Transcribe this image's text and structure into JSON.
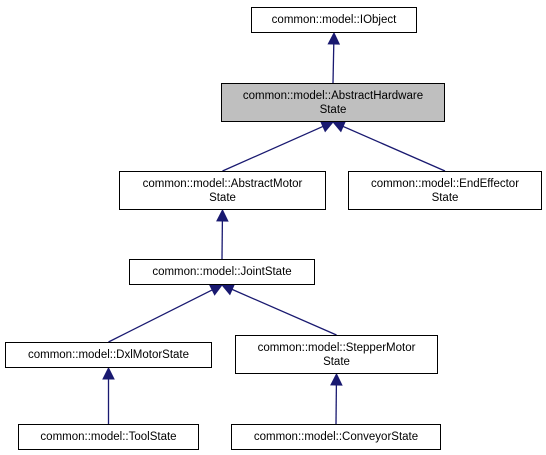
{
  "diagram": {
    "edge_color": "#191970",
    "nodes": [
      {
        "id": "iobject",
        "lines": [
          "common::model::IObject"
        ]
      },
      {
        "id": "abstract-hardware-state",
        "lines": [
          "common::model::AbstractHardware",
          "State"
        ],
        "current": true
      },
      {
        "id": "abstract-motor-state",
        "lines": [
          "common::model::AbstractMotor",
          "State"
        ]
      },
      {
        "id": "end-effector-state",
        "lines": [
          "common::model::EndEffector",
          "State"
        ]
      },
      {
        "id": "joint-state",
        "lines": [
          "common::model::JointState"
        ]
      },
      {
        "id": "dxl-motor-state",
        "lines": [
          "common::model::DxlMotorState"
        ]
      },
      {
        "id": "stepper-motor-state",
        "lines": [
          "common::model::StepperMotor",
          "State"
        ]
      },
      {
        "id": "tool-state",
        "lines": [
          "common::model::ToolState"
        ]
      },
      {
        "id": "conveyor-state",
        "lines": [
          "common::model::ConveyorState"
        ]
      }
    ],
    "edges": [
      {
        "from": "abstract-hardware-state",
        "to": "iobject"
      },
      {
        "from": "abstract-motor-state",
        "to": "abstract-hardware-state"
      },
      {
        "from": "end-effector-state",
        "to": "abstract-hardware-state"
      },
      {
        "from": "joint-state",
        "to": "abstract-motor-state"
      },
      {
        "from": "dxl-motor-state",
        "to": "joint-state"
      },
      {
        "from": "stepper-motor-state",
        "to": "joint-state"
      },
      {
        "from": "tool-state",
        "to": "dxl-motor-state"
      },
      {
        "from": "conveyor-state",
        "to": "stepper-motor-state"
      }
    ]
  }
}
